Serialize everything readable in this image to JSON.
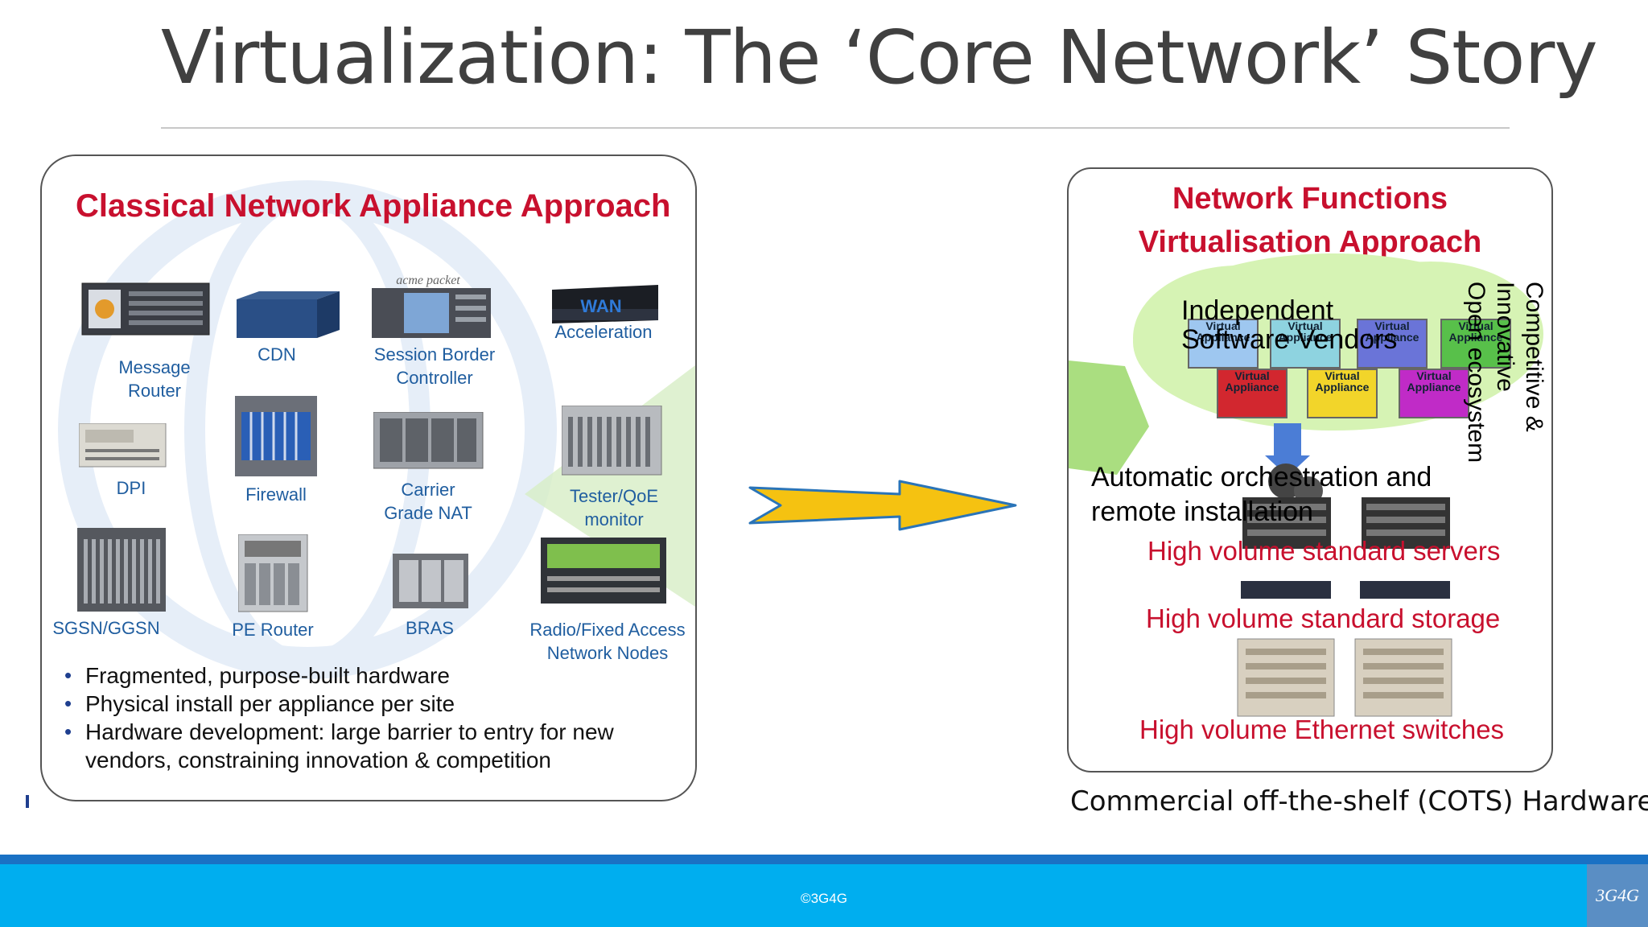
{
  "title": "Virtualization: The ‘Core Network’ Story",
  "left_panel": {
    "heading": "Classical Network Appliance Approach",
    "devices": [
      {
        "label": "Message\nRouter"
      },
      {
        "label": "CDN"
      },
      {
        "label": "Session Border\nController"
      },
      {
        "label": "Acceleration"
      },
      {
        "label": "DPI"
      },
      {
        "label": "Firewall"
      },
      {
        "label": "Carrier\nGrade NAT"
      },
      {
        "label": "Tester/QoE\nmonitor"
      },
      {
        "label": "SGSN/GGSN"
      },
      {
        "label": "PE Router"
      },
      {
        "label": "BRAS"
      },
      {
        "label": "Radio/Fixed Access\nNetwork Nodes"
      }
    ],
    "wan_label": "WAN",
    "acme_label": "acme packet",
    "bullets": [
      "Fragmented, purpose-built hardware",
      "Physical install per appliance per site",
      "Hardware development: large barrier to entry for new vendors, constraining innovation & competition"
    ]
  },
  "right_panel": {
    "heading_line1": "Network Functions",
    "heading_line2": "Virtualisation Approach",
    "virtual_appliance_label": "Virtual Appliance",
    "independent_vendors": "Independent\nSoftware Vendors",
    "competitive_text": "Competitive &\nInnovative\nOpen ecosystem",
    "orchestration": "Automatic orchestration and\nremote installation",
    "servers": "High volume standard servers",
    "storage": "High volume standard storage",
    "switches": "High volume Ethernet switches",
    "caption": "Commercial off-the-shelf (COTS) Hardware"
  },
  "footer": {
    "copyright": "©3G4G",
    "logo": "3G4G"
  },
  "colors": {
    "accent_red": "#c8102e",
    "footer_blue": "#00aeef",
    "arrow_yellow": "#f5c211"
  }
}
